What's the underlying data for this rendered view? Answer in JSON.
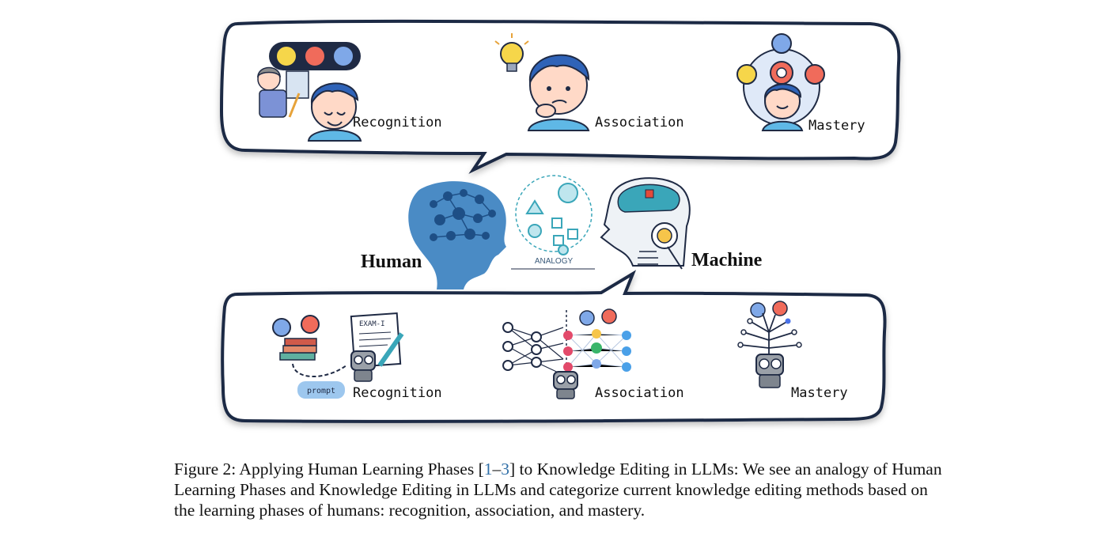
{
  "figure": {
    "human_panel": {
      "phases": [
        {
          "label": "Recognition"
        },
        {
          "label": "Association"
        },
        {
          "label": "Mastery"
        }
      ]
    },
    "center": {
      "human_label": "Human",
      "machine_label": "Machine",
      "analogy_label": "ANALOGY"
    },
    "machine_panel": {
      "phases": [
        {
          "label": "Recognition"
        },
        {
          "label": "Association"
        },
        {
          "label": "Mastery"
        }
      ],
      "exam_label": "EXAM-I",
      "prompt_label": "prompt"
    },
    "colors": {
      "outline": "#1f2a44",
      "brain": "#2f6fa8",
      "boy_hair": "#2f63b8",
      "skin": "#ffd9c7",
      "shirt": "#5fb8e6",
      "teal": "#3aa6b9"
    }
  },
  "caption": {
    "prefix": "Figure 2: Applying Human Learning Phases [",
    "cite_a": "1",
    "dash": "–",
    "cite_b": "3",
    "suffix": "] to Knowledge Editing in LLMs: We see an analogy of Human Learning Phases and Knowledge Editing in LLMs and categorize current knowledge editing methods based on the learning phases of humans: recognition, association, and mastery."
  }
}
